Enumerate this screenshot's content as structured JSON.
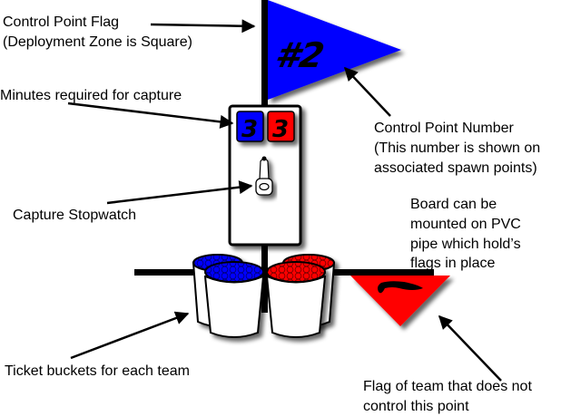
{
  "colors": {
    "blue_team": "#0000ff",
    "red_team": "#ff0000",
    "ink": "#000000",
    "bucket": "#ffffff"
  },
  "flag": {
    "number_text": "#2"
  },
  "board": {
    "blue_minutes": "3",
    "red_minutes": "3"
  },
  "annotations": {
    "control_point_flag": {
      "line1": "Control Point Flag",
      "line2": "(Deployment Zone is Square)"
    },
    "minutes_required": {
      "line1": "Minutes required for capture"
    },
    "control_point_number": {
      "line1": "Control Point Number",
      "line2": "(This number is shown on",
      "line3": "associated spawn points)"
    },
    "capture_stopwatch": {
      "line1": "Capture Stopwatch"
    },
    "board_mount": {
      "line1": "Board can be",
      "line2": "mounted on PVC",
      "line3": "pipe which hold’s",
      "line4": "flags in place"
    },
    "ticket_buckets": {
      "line1": "Ticket buckets for each team"
    },
    "opposing_flag": {
      "line1": "Flag of team that does not",
      "line2": "control this point"
    }
  }
}
